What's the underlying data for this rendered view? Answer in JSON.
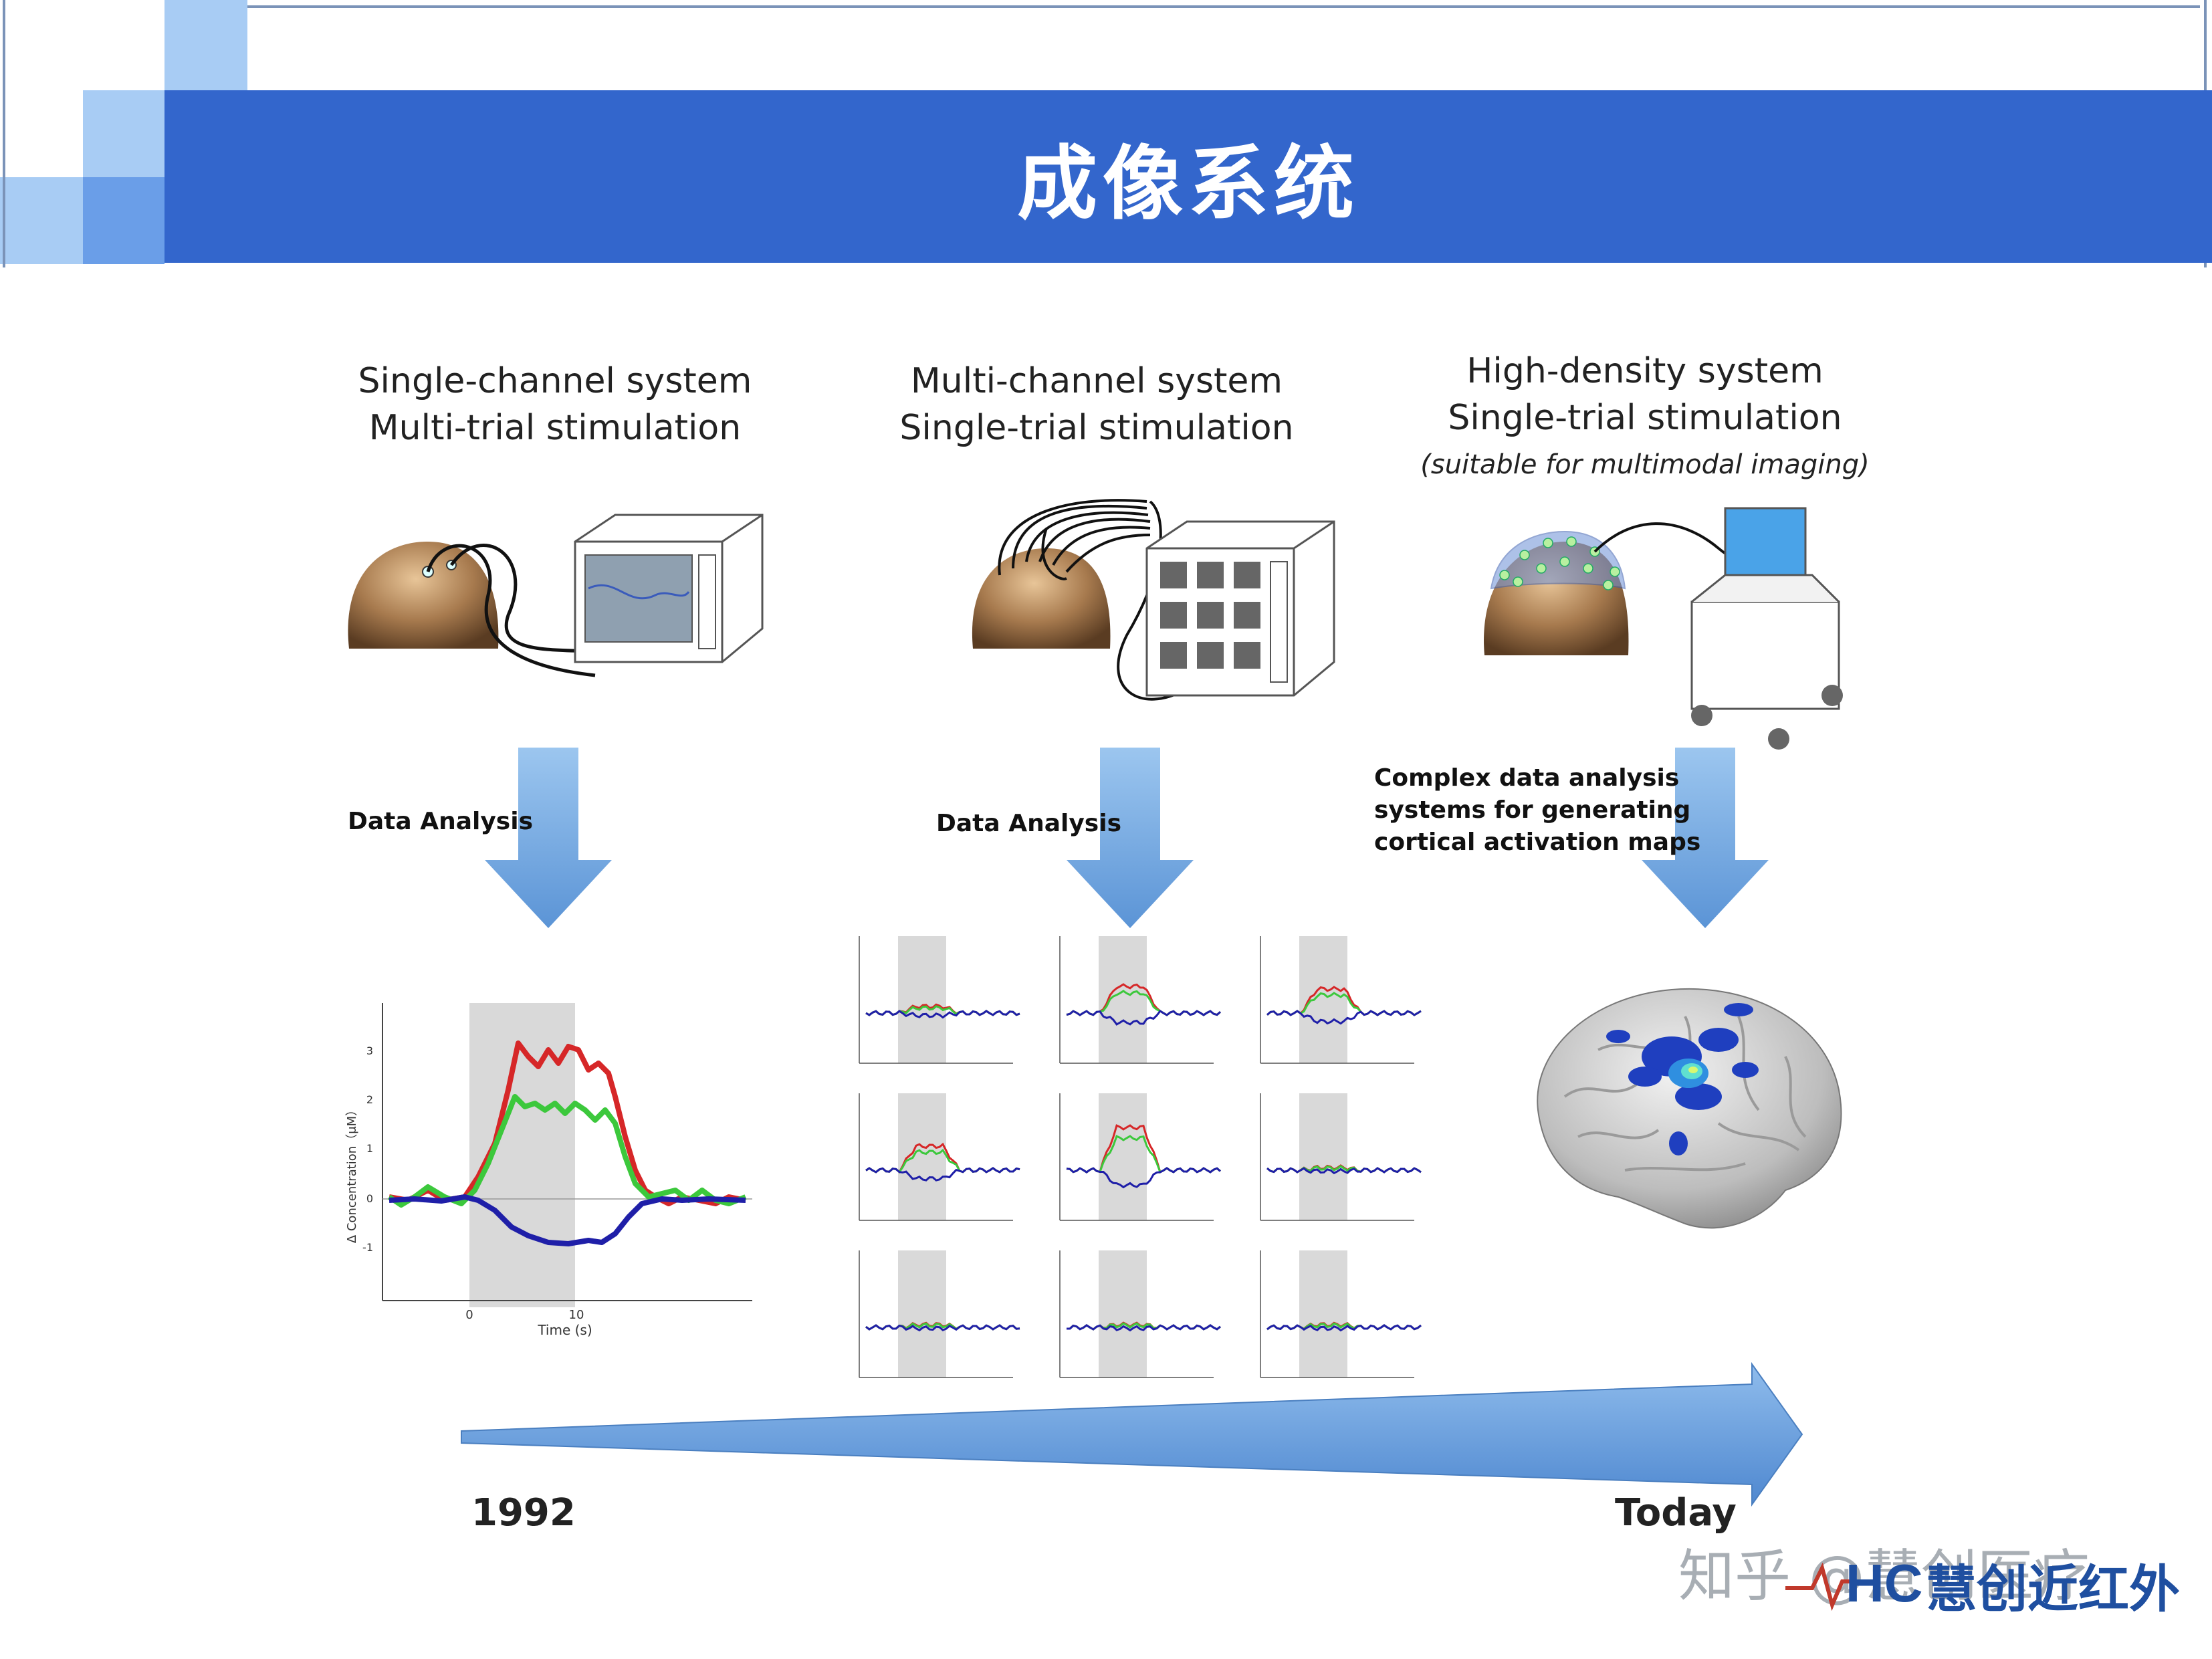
{
  "slide": {
    "title": "成像系统"
  },
  "stages": [
    {
      "caption_line1": "Single-channel system",
      "caption_line2": "Multi-trial stimulation"
    },
    {
      "caption_line1": "Multi-channel system",
      "caption_line2": "Single-trial stimulation"
    },
    {
      "caption_line1": "High-density system",
      "caption_line2": "Single-trial stimulation",
      "caption_note": "(suitable for multimodal imaging)"
    }
  ],
  "analysis_labels": {
    "stage1": "Data Analysis",
    "stage2": "Data Analysis",
    "stage3_line1": "Complex data analysis",
    "stage3_line2": "systems for generating",
    "stage3_line3": "cortical activation maps"
  },
  "plot": {
    "ylabel": "Δ Concentration（μM）",
    "xlabel": "Time (s)",
    "yticks": [
      "3",
      "2",
      "1",
      "0",
      "-1"
    ],
    "xticks": [
      "0",
      "10"
    ]
  },
  "timeline": {
    "start": "1992",
    "end": "Today"
  },
  "watermark": {
    "text": "知乎 @慧创医疗",
    "logo_text": "慧创近红外"
  },
  "colors": {
    "header": "#3366cc",
    "arrow": "#6fa8e0",
    "oxy": "#d62728",
    "total": "#3cc83c",
    "deoxy": "#1f1fa8"
  }
}
